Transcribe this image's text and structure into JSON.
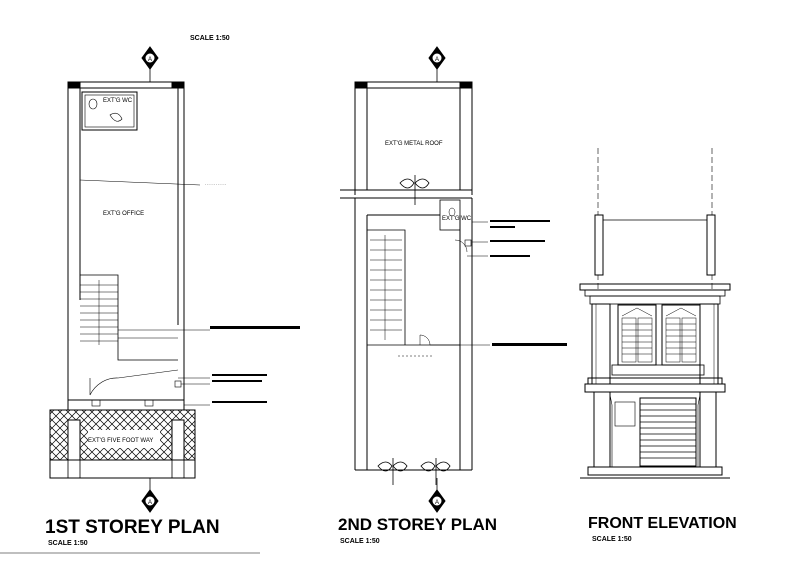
{
  "top_scale": "SCALE 1:50",
  "section_marker": "A",
  "plans": {
    "first": {
      "title": "1ST STOREY PLAN",
      "scale": "SCALE 1:50",
      "rooms": {
        "wc": "EXT'G WC",
        "office": "EXT'G OFFICE",
        "footway": "EXT'G FIVE FOOT WAY"
      }
    },
    "second": {
      "title": "2ND STOREY PLAN",
      "scale": "SCALE 1:50",
      "rooms": {
        "roof": "EXT'G METAL ROOF",
        "wc": "EXT'G WC"
      }
    },
    "elevation": {
      "title": "FRONT ELEVATION",
      "scale": "SCALE 1:50"
    }
  }
}
